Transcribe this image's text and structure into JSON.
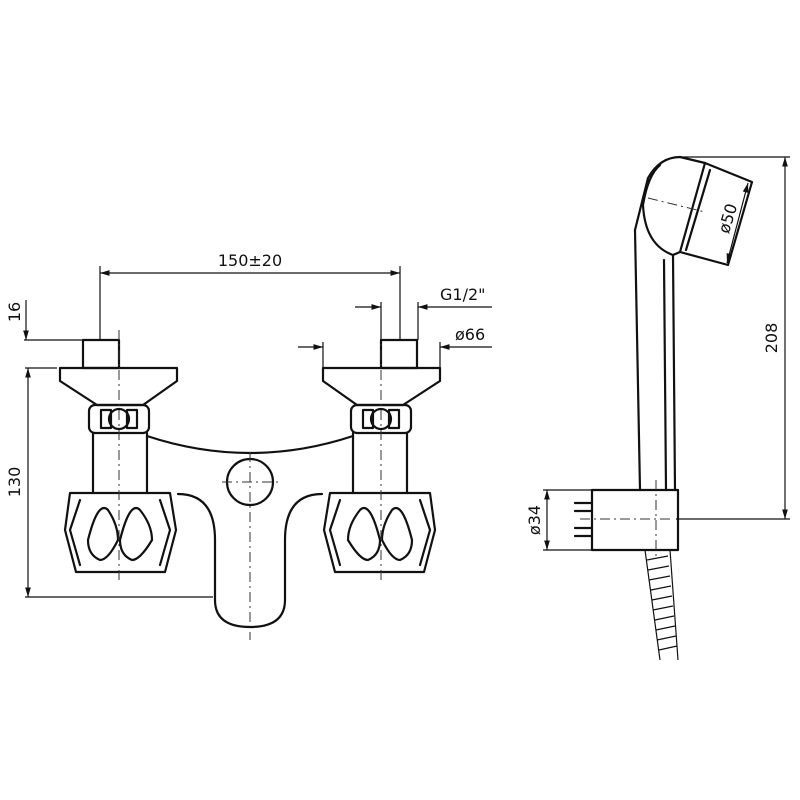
{
  "dimensions": {
    "spacing": "150±20",
    "stub_height": "16",
    "mixer_height": "130",
    "thread": "G1/2\"",
    "flange_diameter": "ø66",
    "head_diameter": "ø50",
    "shower_length": "208",
    "holder_diameter": "ø34"
  },
  "colors": {
    "line": "#111111",
    "background": "#ffffff"
  }
}
